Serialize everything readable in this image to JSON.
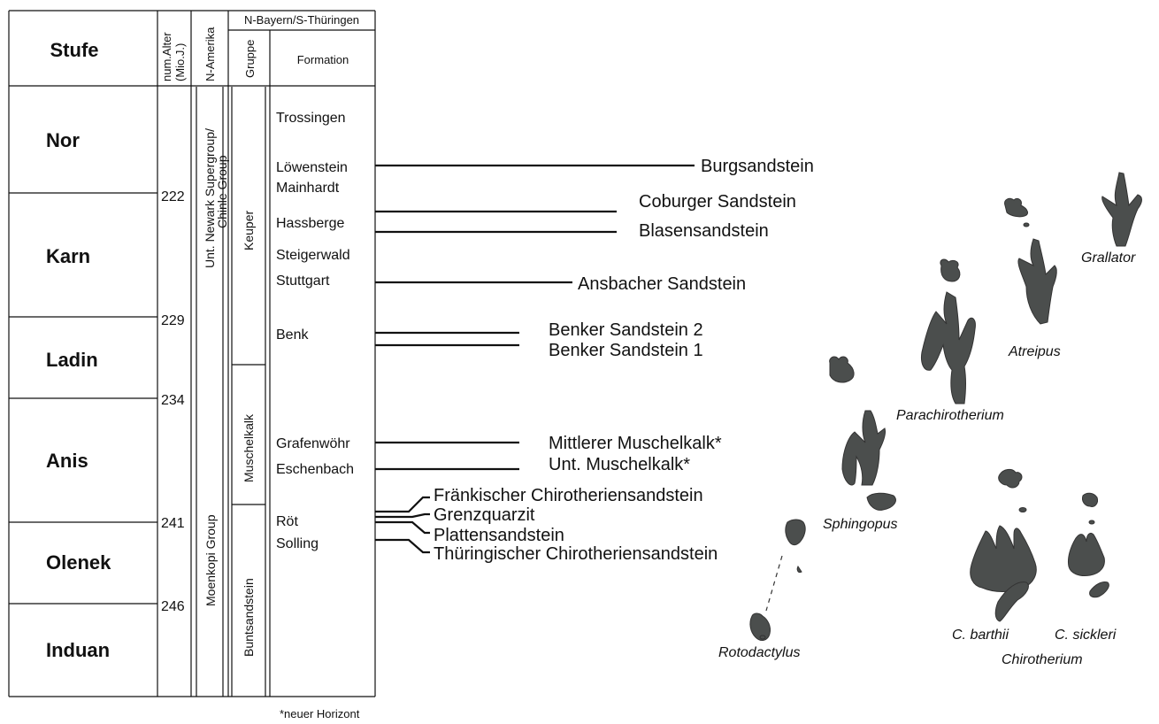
{
  "header": {
    "stufe": "Stufe",
    "num_alter_1": "num.Alter",
    "num_alter_2": "(Mio.J.)",
    "n_amerika": "N-Amerika",
    "region": "N-Bayern/S-Thüringen",
    "gruppe": "Gruppe",
    "formation": "Formation"
  },
  "stages": [
    "Nor",
    "Karn",
    "Ladin",
    "Anis",
    "Olenek",
    "Induan"
  ],
  "ages": [
    "222",
    "229",
    "234",
    "241",
    "246"
  ],
  "north_america": {
    "upper_1": "Unt. Newark Supergroup/",
    "upper_2": "Chinle Group",
    "lower": "Moenkopi Group"
  },
  "groups": [
    "Keuper",
    "Muschelkalk",
    "Buntsandstein"
  ],
  "formations": [
    "Trossingen",
    "Löwenstein",
    "Mainhardt",
    "Hassberge",
    "Steigerwald",
    "Stuttgart",
    "Benk",
    "Grafenwöhr",
    "Eschenbach",
    "Röt",
    "Solling"
  ],
  "horizons": [
    "Burgsandstein",
    "Coburger Sandstein",
    "Blasensandstein",
    "Ansbacher Sandstein",
    "Benker Sandstein 2",
    "Benker Sandstein 1",
    "Mittlerer Muschelkalk*",
    "Unt. Muschelkalk*",
    "Fränkischer Chirotheriensandstein",
    "Grenzquarzit",
    "Plattensandstein",
    "Thüringischer Chirotheriensandstein"
  ],
  "footnote": "*neuer Horizont",
  "track_labels": {
    "grallator": "Grallator",
    "atreipus": "Atreipus",
    "parachirotherium": "Parachirotherium",
    "sphingopus": "Sphingopus",
    "rotodactylus": "Rotodactylus",
    "c_barthii": "C.  barthii",
    "c_sickleri": "C. sickleri",
    "chirotherium": "Chirotherium"
  }
}
